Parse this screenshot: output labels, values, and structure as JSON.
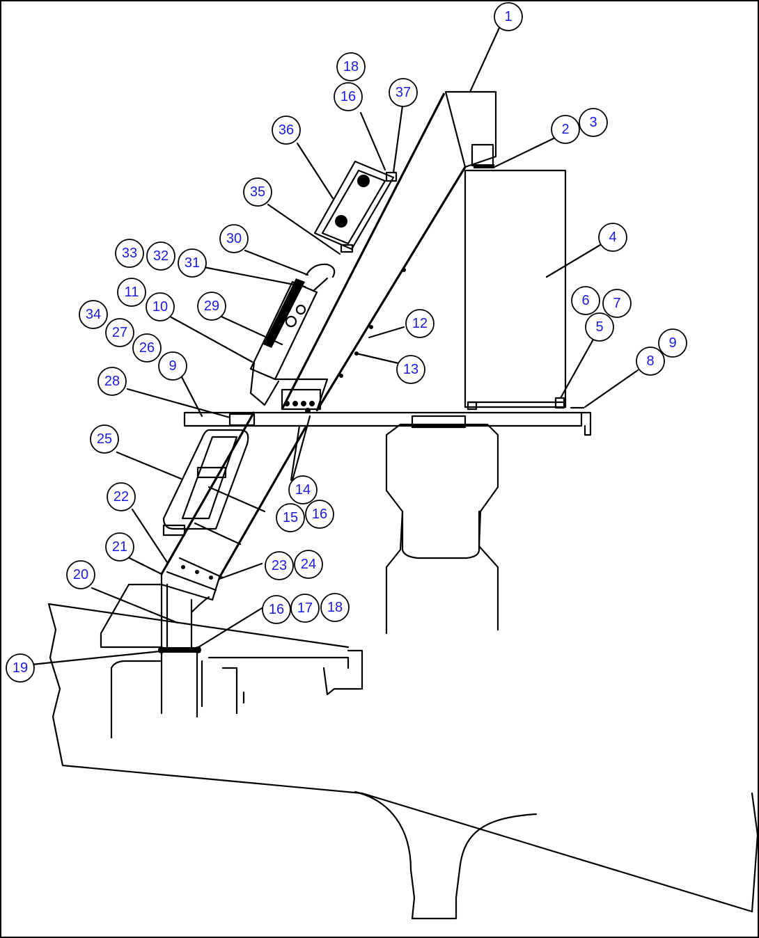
{
  "callouts": [
    {
      "label": "1"
    },
    {
      "label": "2"
    },
    {
      "label": "3"
    },
    {
      "label": "4"
    },
    {
      "label": "5"
    },
    {
      "label": "6"
    },
    {
      "label": "7"
    },
    {
      "label": "8"
    },
    {
      "label": "9"
    },
    {
      "label": "9"
    },
    {
      "label": "10"
    },
    {
      "label": "11"
    },
    {
      "label": "12"
    },
    {
      "label": "13"
    },
    {
      "label": "14"
    },
    {
      "label": "15"
    },
    {
      "label": "16"
    },
    {
      "label": "16"
    },
    {
      "label": "16"
    },
    {
      "label": "17"
    },
    {
      "label": "18"
    },
    {
      "label": "18"
    },
    {
      "label": "19"
    },
    {
      "label": "20"
    },
    {
      "label": "21"
    },
    {
      "label": "22"
    },
    {
      "label": "23"
    },
    {
      "label": "24"
    },
    {
      "label": "25"
    },
    {
      "label": "26"
    },
    {
      "label": "27"
    },
    {
      "label": "28"
    },
    {
      "label": "29"
    },
    {
      "label": "30"
    },
    {
      "label": "31"
    },
    {
      "label": "32"
    },
    {
      "label": "33"
    },
    {
      "label": "34"
    },
    {
      "label": "35"
    },
    {
      "label": "36"
    },
    {
      "label": "37"
    }
  ],
  "colors": {
    "callout_text": "#1a1adf",
    "line": "#000000",
    "background": "#ffffff"
  }
}
